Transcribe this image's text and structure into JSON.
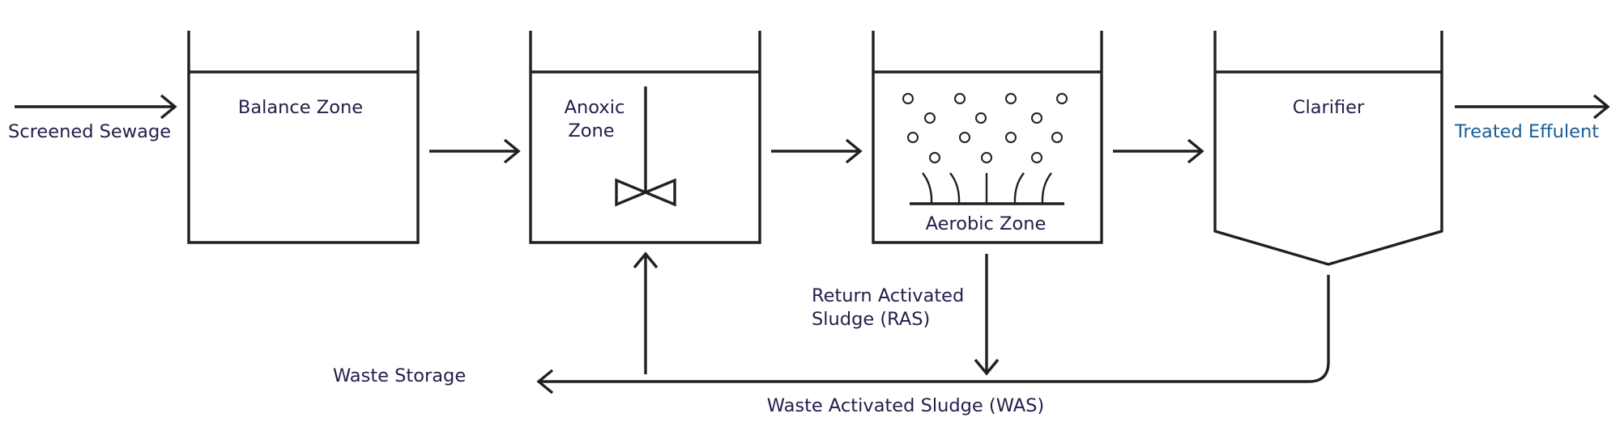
{
  "labels": {
    "input": "Screened Sewage",
    "output": "Treated Effulent",
    "balance_zone": "Balance Zone",
    "anoxic_zone_line1": "Anoxic",
    "anoxic_zone_line2": "Zone",
    "aerobic_zone": "Aerobic Zone",
    "clarifier": "Clarifier",
    "ras_line1": "Return Activated",
    "ras_line2": "Sludge (RAS)",
    "waste_storage": "Waste Storage",
    "was": "Waste Activated Sludge (WAS)"
  },
  "colors": {
    "line": "#231f20",
    "label_text": "#1f1f4a",
    "output_text": "#1b5e96"
  }
}
